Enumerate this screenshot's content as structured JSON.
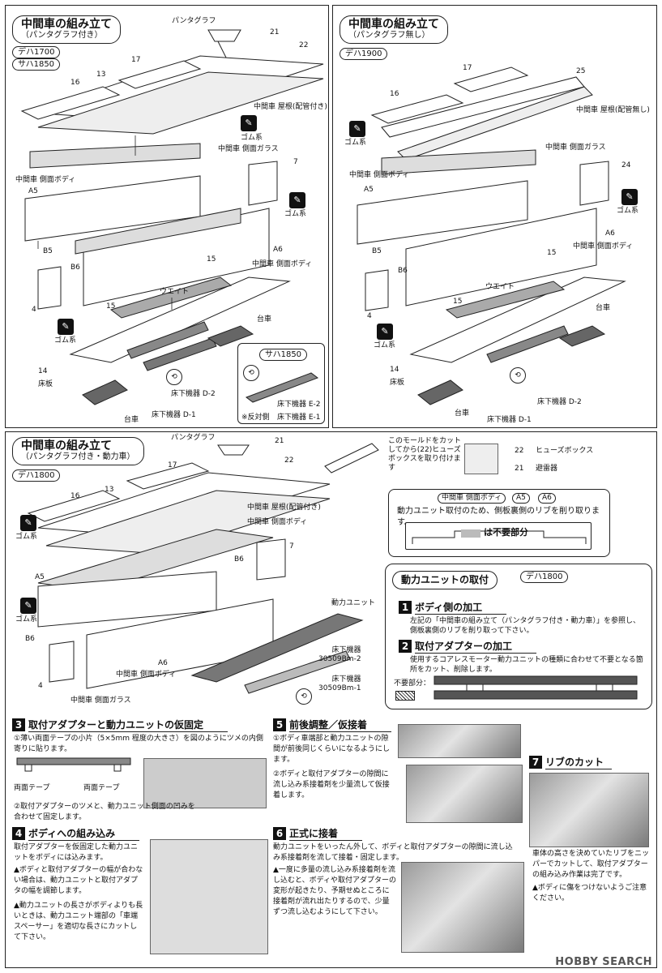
{
  "panels": {
    "top_left": {
      "title": "中間車の組み立て",
      "subtitle": "（パンタグラフ付き）",
      "car_tags": [
        "デハ1700",
        "サハ1850"
      ],
      "labels": {
        "pantograph": "パンタグラフ",
        "roof": "中間車 屋根(配管付き)",
        "glue": "ゴム系",
        "side_glass": "中間車 側面ガラス",
        "side_body_left": "中間車 側面ボディ",
        "side_body_right": "中間車 側面ボディ",
        "weight": "ウエイト",
        "bogie_right": "台車",
        "floor": "床板",
        "under_d2": "床下機器 D-2",
        "under_d1": "床下機器 D-1",
        "bogie_bottom": "台車"
      },
      "numbers": [
        "21",
        "22",
        "17",
        "13",
        "16",
        "7",
        "A5",
        "B5",
        "B6",
        "A6",
        "15",
        "15",
        "4",
        "14"
      ],
      "inset": {
        "title": "サハ1850",
        "e2": "床下機器 E-2",
        "e1": "床下機器 E-1",
        "note": "※反対側"
      }
    },
    "top_right": {
      "title": "中間車の組み立て",
      "subtitle": "（パンタグラフ無し）",
      "car_tags": [
        "デハ1900"
      ],
      "labels": {
        "roof": "中間車 屋根(配管無し)",
        "glue": "ゴム系",
        "side_glass": "中間車 側面ガラス",
        "side_body_left": "中間車 側面ボディ",
        "side_body_right": "中間車 側面ボディ",
        "weight": "ウエイト",
        "bogie_right": "台車",
        "floor": "床板",
        "under_d2": "床下機器 D-2",
        "under_d1": "床下機器 D-1",
        "bogie_bottom": "台車"
      },
      "numbers": [
        "17",
        "25",
        "16",
        "24",
        "A5",
        "A6",
        "B5",
        "B6",
        "15",
        "15",
        "4",
        "14"
      ]
    },
    "bottom_left": {
      "title": "中間車の組み立て",
      "subtitle": "（パンタグラフ付き・動力車）",
      "car_tags": [
        "デハ1800"
      ],
      "labels": {
        "pantograph": "パンタグラフ",
        "roof": "中間車 屋根(配管付き)",
        "side_body_top": "中間車 側面ボディ",
        "glue": "ゴム系",
        "power_unit": "動力ユニット",
        "under_2": "床下機器\n30509Bm-2",
        "under_1": "床下機器\n30509Bm-1",
        "side_body_bottom": "中間車 側面ボディ",
        "side_glass": "中間車 側面ガラス"
      },
      "numbers": [
        "21",
        "22",
        "17",
        "13",
        "16",
        "7",
        "B6",
        "A5",
        "B6",
        "A6",
        "4"
      ]
    },
    "mold_note": {
      "text": "このモールドをカットしてから(22)ヒューズボックスを取り付けます",
      "fuse_box": "ヒューズボックス",
      "arrester": "避雷器",
      "num22": "22",
      "num21": "21"
    },
    "rib_note": {
      "label": "中間車 側面ボディ",
      "a5": "A5",
      "a6": "A6",
      "text": "動力ユニット取付のため、側板裏側のリブを削り取ります。",
      "unneeded": "は不要部分"
    },
    "power_mount": {
      "title": "動力ユニットの取付",
      "car": "デハ1800",
      "step1_title": "ボディ側の加工",
      "step1_text": "左記の「中間車の組み立て（パンタグラフ付き・動力車）」を参照し、側板裏側のリブを削り取って下さい。",
      "step2_title": "取付アダプターの加工",
      "step2_text": "使用するコアレスモーター動力ユニットの種類に合わせて不要となる箇所をカット、削除します。",
      "unneeded_label": "不要部分："
    },
    "steps": {
      "s3_title": "取付アダプターと動力ユニットの仮固定",
      "s3_text1": "①薄い両面テープの小片（5×5mm 程度の大きさ）を図のようにツメの内側寄りに貼ります。",
      "s3_tape_left": "両面テープ",
      "s3_tape_right": "両面テープ",
      "s3_text2": "②取付アダプターのツメと、動力ユニット側面の凹みを合わせて固定します。",
      "s4_title": "ボディへの組み込み",
      "s4_text1": "取付アダプターを仮固定した動力ユニットをボディには込みます。",
      "s4_warn1": "ボディと取付アダプターの幅が合わない場合は、動力ユニットと取付アダプタの幅を調節します。",
      "s4_warn2": "動力ユニットの長さがボディよりも長いときは、動力ユニット端部の「車端スペーサー」を適切な長さにカットして下さい。",
      "s5_title": "前後調整／仮接着",
      "s5_text1": "①ボディ車端部と動力ユニットの隙間が前後同じくらいになるようにします。",
      "s5_text2": "②ボディと取付アダプターの隙間に流し込み系接着剤を少量流して仮接着します。",
      "s6_title": "正式に接着",
      "s6_text1": "動力ユニットをいったん外して、ボディと取付アダプターの隙間に流し込み系接着剤を流して接着・固定します。",
      "s6_warn": "一度に多量の流し込み系接着剤を流し込むと、ボディや取付アダプターの変形が起きたり、予期せぬところに接着剤が流れ出たりするので、少量ずつ流し込むようにして下さい。",
      "s7_title": "リブのカット",
      "s7_text": "車体の高さを決めていたリブをニッパーでカットして、取付アダプターの組み込み作業は完了です。",
      "s7_warn": "ボディに傷をつけないようご注意ください。"
    },
    "watermark": "HOBBY SEARCH"
  }
}
